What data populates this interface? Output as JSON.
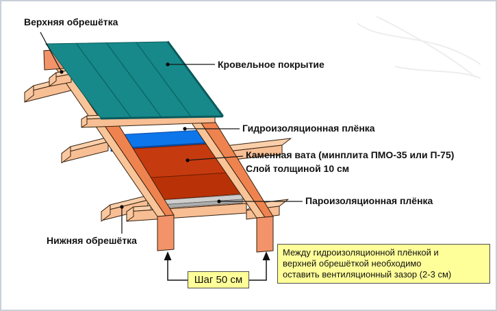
{
  "figure": {
    "type": "technical-diagram",
    "subject": "Exploded isometric view of an insulated roof section",
    "language": "ru"
  },
  "labels": {
    "upper_lathing": "Верхняя обрешётка",
    "roof_covering": "Кровельное покрытие",
    "waterproofing_film": "Гидроизоляционная плёнка",
    "stone_wool_line1": "Каменная вата (минплита ПМО-35 или П-75)",
    "stone_wool_line2": "Слой толщиной 10 см",
    "vapor_barrier_film": "Пароизоляционная плёнка",
    "lower_lathing": "Нижняя обрешётка"
  },
  "dimension_box": {
    "text": "Шаг 50 см"
  },
  "note_box": {
    "line1": "Между гидроизоляционной плёнкой и",
    "line2": "верхней обрешёткой необходимо",
    "line3": "оставить вентиляционный зазор (2-3 см)"
  },
  "parts": [
    {
      "name": "roof-covering-panel",
      "color": "#17898A"
    },
    {
      "name": "upper-lathing-battens",
      "color": "#FBCFAA"
    },
    {
      "name": "waterproofing-film",
      "color": "#0D76EA"
    },
    {
      "name": "stone-wool-insulation-slab",
      "color": "#C63A10"
    },
    {
      "name": "vapor-barrier-film",
      "color": "#CDCDCD"
    },
    {
      "name": "rafters",
      "color": "#EF834F"
    },
    {
      "name": "lower-lathing-battens",
      "color": "#FBCFAA"
    }
  ],
  "colors": {
    "roof_teal": "#17898A",
    "roof_edge": "#0A5A5C",
    "waterproofing_blue": "#0D76EA",
    "waterproofing_edge": "#0A50B0",
    "stone_wool_top": "#C63A10",
    "stone_wool_front": "#B93207",
    "vapor_gray": "#CDCDCD",
    "vapor_gray_edge": "#ADADAD",
    "wood_light": "#FBCFAA",
    "wood_front": "#F8BE94",
    "rafter_side": "#EF834F",
    "rafter_top": "#F9C498",
    "rafter_end": "#F2936A",
    "outline": "#33200E",
    "note_yellow": "#FFFF99",
    "note_border": "#4D4D4D",
    "leader_black": "#161616",
    "page_border": "#C9CFDA"
  }
}
